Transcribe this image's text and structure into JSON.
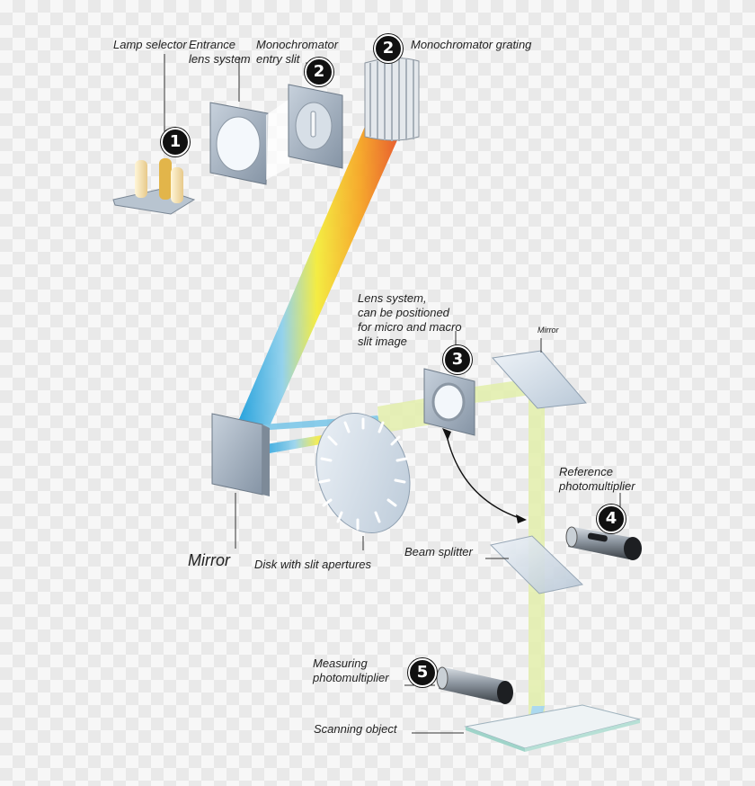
{
  "labels": {
    "lamp_selector": "Lamp selector",
    "entrance_lens": "Entrance\nlens system",
    "mono_entry_slit": "Monochromator\nentry slit",
    "mono_grating": "Monochromator grating",
    "lens_system": "Lens system,\ncan be positioned\nfor micro and macro\nslit image",
    "mirror_top": "Mirror",
    "reference_pm": "Reference\nphotomultiplier",
    "beam_splitter": "Beam splitter",
    "mirror_bottom": "Mirror",
    "disk": "Disk with slit apertures",
    "measuring_pm": "Measuring\nphotomultiplier",
    "scanning_object": "Scanning object"
  },
  "badges": {
    "lamp": "1",
    "entry_slit": "2",
    "grating": "2",
    "lens": "3",
    "reference": "4",
    "measuring": "5"
  },
  "colors": {
    "spectrum": [
      "#29a8e0",
      "#7cc6e8",
      "#f4ec3a",
      "#f6a623",
      "#e8412c"
    ],
    "beam": "#e3efab",
    "glass": "#d4e2ef",
    "metal": "#a8b4c2"
  }
}
